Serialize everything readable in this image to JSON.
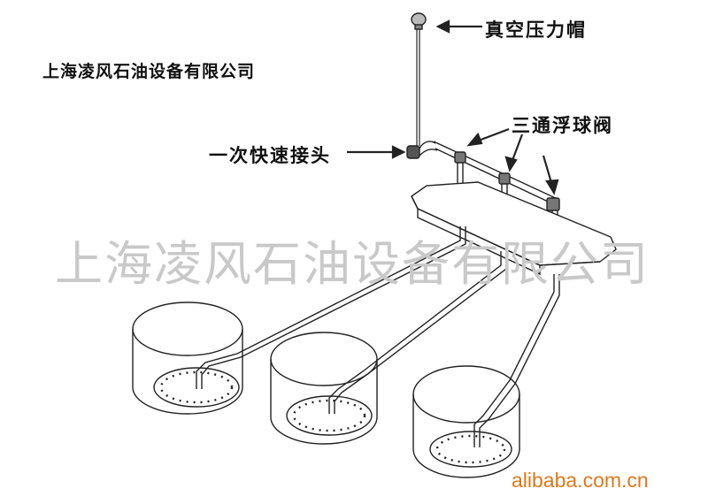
{
  "company_name": "上海凌风石油设备有限公司",
  "watermark": "上海凌风石油设备有限公司",
  "labels": {
    "vacuum_cap": "真空压力帽",
    "float_valve": "三通浮球阀",
    "quick_coupling": "一次快速接头"
  },
  "site_watermark": "alibaba.com.cn",
  "colors": {
    "line": "#222222",
    "watermark": "#c9c9c9",
    "site": "#e0781c"
  }
}
